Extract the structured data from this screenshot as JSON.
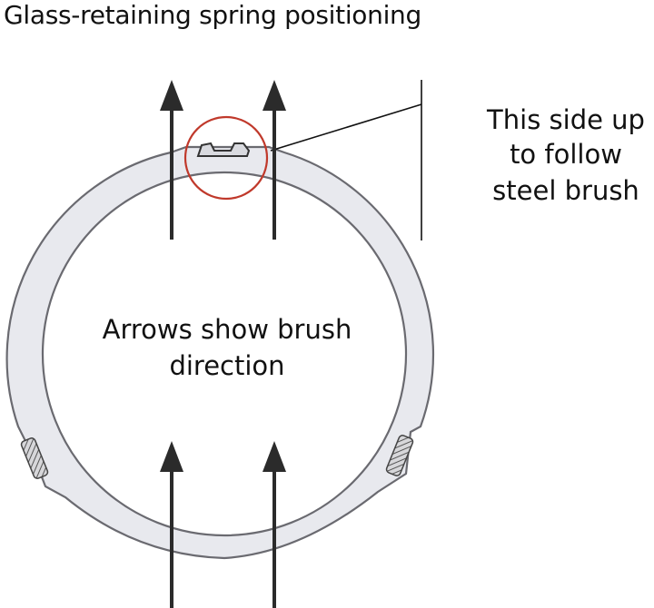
{
  "title": "Glass-retaining spring positioning",
  "side_note": {
    "lines": [
      "This side up",
      "to follow",
      "steel brush"
    ]
  },
  "center_note": {
    "lines": [
      "Arrows show brush",
      "direction"
    ]
  },
  "colors": {
    "ring_fill": "#e8e9ee",
    "ring_stroke": "#6a6a70",
    "highlight_circle": "#c0392b",
    "arrow": "#2b2b2b",
    "text": "#111111"
  },
  "icons": {
    "arrow": "arrow-up-icon",
    "highlight": "highlight-circle-icon",
    "spring_tab": "spring-tab-icon",
    "knurled_lug": "knurled-lug-icon"
  }
}
